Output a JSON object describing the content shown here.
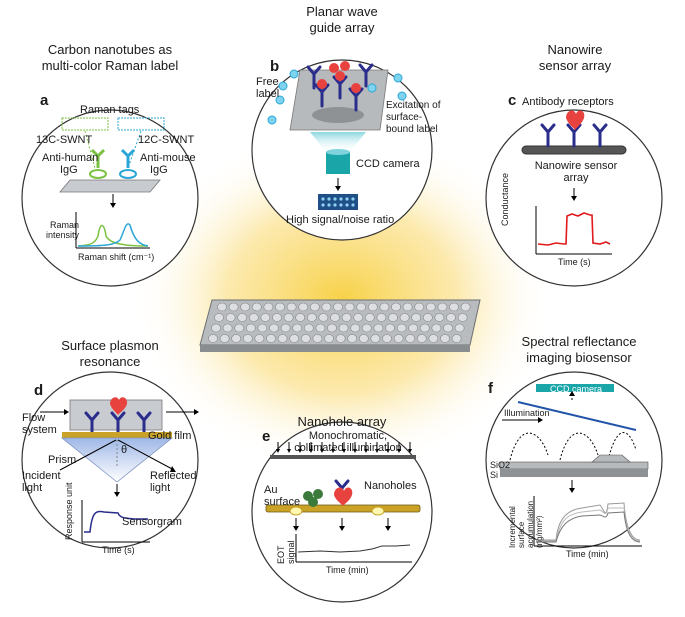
{
  "panels": {
    "a": {
      "letter": "a",
      "title_line1": "Carbon nanotubes as",
      "title_line2": "multi-color Raman label",
      "raman_tags": "Raman tags",
      "c13": "13C-SWNT",
      "c12": "12C-SWNT",
      "anti_human": "Anti-human",
      "anti_mouse": "Anti-mouse",
      "igg": "IgG",
      "y_axis_1": "Raman",
      "y_axis_2": "intensity",
      "x_axis": "Raman shift (cm⁻¹)"
    },
    "b": {
      "letter": "b",
      "title_line1": "Planar wave",
      "title_line2": "guide array",
      "free_label": "Free label",
      "excitation": "Excitation of surface-bound label",
      "ccd": "CCD camera",
      "snr": "High signal/noise ratio"
    },
    "c": {
      "letter": "c",
      "title_line1": "Nanowire",
      "title_line2": "sensor array",
      "antibody": "Antibody receptors",
      "nanowire": "Nanowire sensor array",
      "y_axis": "Conductance",
      "x_axis": "Time (s)"
    },
    "d": {
      "letter": "d",
      "title_line1": "Surface plasmon",
      "title_line2": "resonance",
      "flow": "Flow system",
      "gold": "Gold film",
      "prism": "Prism",
      "incident": "Incident light",
      "reflected": "Reflected light",
      "theta": "θ",
      "sensorgram": "Sensorgram",
      "y_axis": "Response unit",
      "x_axis": "Time (s)"
    },
    "e": {
      "letter": "e",
      "title": "Nanohole array",
      "illumination": "Monochromatic, collimated illumination",
      "au": "Au surface",
      "nanoholes": "Nanoholes",
      "y_axis": "EOT signal",
      "x_axis": "Time (min)"
    },
    "f": {
      "letter": "f",
      "title_line1": "Spectral reflectance",
      "title_line2": "imaging biosensor",
      "ccd": "CCD camera",
      "illumination": "Illumination",
      "sio2": "SiO2",
      "si": "Si",
      "y_axis": "Incremental surface accumulation (ng/mm²)",
      "x_axis": "Time (min)"
    }
  },
  "colors": {
    "glow": "#f7cf3d",
    "antibody": "#2a2d8c",
    "antigen": "#e8423f",
    "gold": "#c9a227",
    "teal": "#1aa5a8",
    "curve_red": "#e0191b",
    "curve_green": "#7cc242",
    "curve_blue": "#2aa7d6"
  }
}
